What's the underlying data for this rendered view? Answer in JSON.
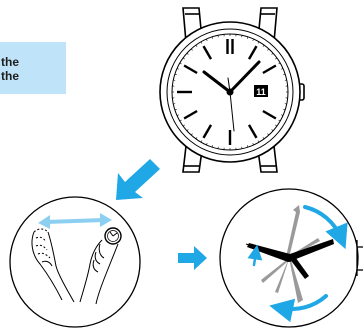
{
  "caption": {
    "line1": "the",
    "line2": "the"
  },
  "watch": {
    "date": "11"
  },
  "colors": {
    "arrow_blue": "#1fa7e6",
    "light_blue": "#8ccff0",
    "caption_bg": "#bfe3f8",
    "hand_gray": "#9a9a9a"
  },
  "icons": {
    "shake": "hands-shaking-watch-icon",
    "arrow": "arrow-icon",
    "rotate": "rotating-hands-icon"
  }
}
